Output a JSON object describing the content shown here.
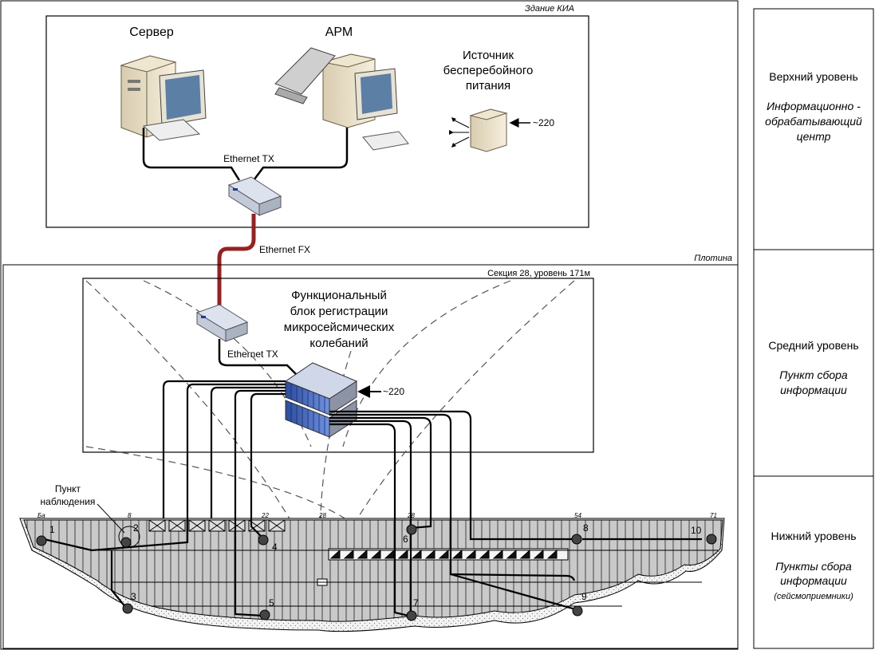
{
  "outer_frame_label": "Здание КИА",
  "building": {
    "server_label": "Сервер",
    "arm_label": "АРМ",
    "ups_label": [
      "Источник",
      "бесперебойного",
      "питания"
    ],
    "ups_power": "~220",
    "switch_link_label": "Ethernet TX"
  },
  "fiber_label": "Ethernet FX",
  "dam": {
    "label": "Плотина",
    "section_label": "Секция 28, уровень 171м",
    "block_label": [
      "Функциональный",
      "блок регистрации",
      "микросейсмических",
      "колебаний"
    ],
    "block_link_label": "Ethernet TX",
    "rack_power": "~220",
    "observation_point_label": [
      "Пункт",
      "наблюдения"
    ],
    "section_numbers": [
      "Ба",
      "8",
      "22",
      "28",
      "28",
      "54",
      "71"
    ],
    "sensors": [
      "1",
      "2",
      "3",
      "4",
      "5",
      "6",
      "7",
      "8",
      "9",
      "10"
    ]
  },
  "levels": [
    {
      "title": "Верхний уровень",
      "desc": [
        "Информационно -",
        "обрабатывающий",
        "центр"
      ]
    },
    {
      "title": "Средний уровень",
      "desc": [
        "Пункт сбора",
        "информации"
      ]
    },
    {
      "title": "Нижний уровень",
      "desc": [
        "Пункты сбора",
        "информации"
      ],
      "note": "(сейсмоприемники)"
    }
  ],
  "colors": {
    "fiber": "#9b1f1f",
    "rack": "#3f63b8",
    "dam_fill": "#c7c7c7"
  }
}
